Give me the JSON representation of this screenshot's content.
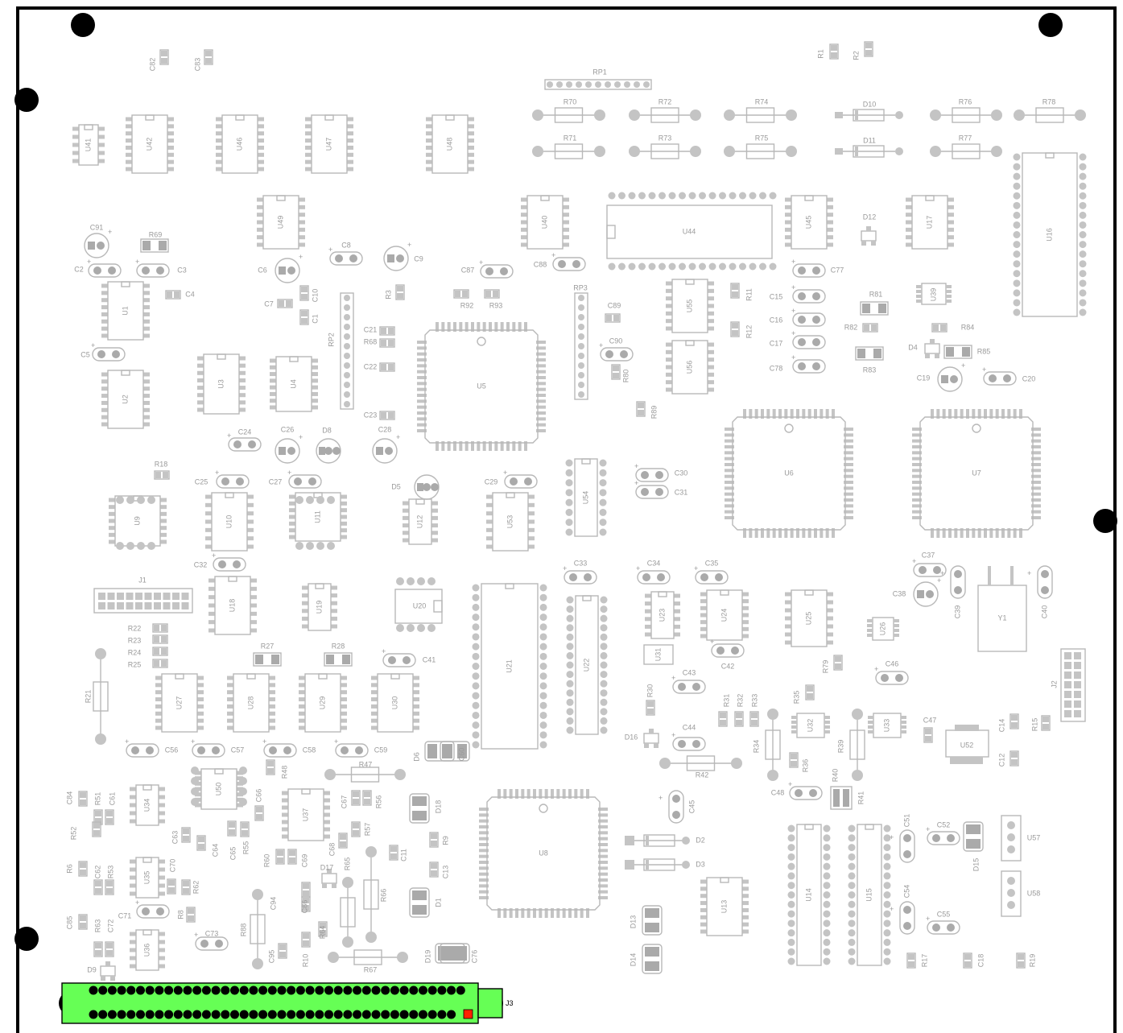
{
  "board": {
    "connector_label": "J3",
    "colors": {
      "outline": "#000000",
      "silk": "#b8b8b8",
      "pad": "#c4c4c4",
      "connector": "#66ff55",
      "pin1": "#ff0000"
    }
  },
  "dips": [
    {
      "ref": "U41"
    },
    {
      "ref": "U42"
    },
    {
      "ref": "U46"
    },
    {
      "ref": "U47"
    },
    {
      "ref": "U48"
    },
    {
      "ref": "U49"
    },
    {
      "ref": "U40"
    },
    {
      "ref": "U45"
    },
    {
      "ref": "U17"
    },
    {
      "ref": "U1"
    },
    {
      "ref": "U2"
    },
    {
      "ref": "U3"
    },
    {
      "ref": "U4"
    },
    {
      "ref": "U55"
    },
    {
      "ref": "U56"
    },
    {
      "ref": "U10"
    },
    {
      "ref": "U11"
    },
    {
      "ref": "U12"
    },
    {
      "ref": "U53"
    },
    {
      "ref": "U54"
    },
    {
      "ref": "U9"
    },
    {
      "ref": "U18"
    },
    {
      "ref": "U19"
    },
    {
      "ref": "U23"
    },
    {
      "ref": "U24"
    },
    {
      "ref": "U25"
    },
    {
      "ref": "U27"
    },
    {
      "ref": "U28"
    },
    {
      "ref": "U29"
    },
    {
      "ref": "U30"
    },
    {
      "ref": "U50"
    },
    {
      "ref": "U34"
    },
    {
      "ref": "U37"
    },
    {
      "ref": "U35"
    },
    {
      "ref": "U36"
    },
    {
      "ref": "U13"
    },
    {
      "ref": "U21"
    },
    {
      "ref": "U22"
    },
    {
      "ref": "U14"
    },
    {
      "ref": "U15"
    },
    {
      "ref": "U16"
    }
  ],
  "qfps": [
    {
      "ref": "U5"
    },
    {
      "ref": "U6"
    },
    {
      "ref": "U7"
    },
    {
      "ref": "U8"
    }
  ],
  "parts": [
    {
      "ref": "U44"
    },
    {
      "ref": "U20"
    },
    {
      "ref": "U39"
    },
    {
      "ref": "U26"
    },
    {
      "ref": "U31"
    },
    {
      "ref": "U32"
    },
    {
      "ref": "U33"
    },
    {
      "ref": "U52"
    },
    {
      "ref": "U57"
    },
    {
      "ref": "U58"
    },
    {
      "ref": "Y1"
    },
    {
      "ref": "J1"
    },
    {
      "ref": "J2"
    },
    {
      "ref": "RP1"
    },
    {
      "ref": "RP2"
    },
    {
      "ref": "RP3"
    },
    {
      "ref": "R70"
    },
    {
      "ref": "R71"
    },
    {
      "ref": "R72"
    },
    {
      "ref": "R73"
    },
    {
      "ref": "R74"
    },
    {
      "ref": "R75"
    },
    {
      "ref": "R76"
    },
    {
      "ref": "R77"
    },
    {
      "ref": "R78"
    },
    {
      "ref": "D10"
    },
    {
      "ref": "D11"
    },
    {
      "ref": "D12"
    },
    {
      "ref": "R1"
    },
    {
      "ref": "R2"
    },
    {
      "ref": "C82"
    },
    {
      "ref": "C83"
    },
    {
      "ref": "C91"
    },
    {
      "ref": "R69"
    },
    {
      "ref": "C2"
    },
    {
      "ref": "C3"
    },
    {
      "ref": "C4"
    },
    {
      "ref": "C5"
    },
    {
      "ref": "C6"
    },
    {
      "ref": "C7"
    },
    {
      "ref": "C8"
    },
    {
      "ref": "C9"
    },
    {
      "ref": "C10"
    },
    {
      "ref": "C1"
    },
    {
      "ref": "R3"
    },
    {
      "ref": "C87"
    },
    {
      "ref": "C88"
    },
    {
      "ref": "R92"
    },
    {
      "ref": "R93"
    },
    {
      "ref": "C89"
    },
    {
      "ref": "C90"
    },
    {
      "ref": "R80"
    },
    {
      "ref": "R89"
    },
    {
      "ref": "C77"
    },
    {
      "ref": "R11"
    },
    {
      "ref": "R12"
    },
    {
      "ref": "C15"
    },
    {
      "ref": "C16"
    },
    {
      "ref": "C17"
    },
    {
      "ref": "C78"
    },
    {
      "ref": "R81"
    },
    {
      "ref": "R82"
    },
    {
      "ref": "R83"
    },
    {
      "ref": "R84"
    },
    {
      "ref": "R85"
    },
    {
      "ref": "D4"
    },
    {
      "ref": "C19"
    },
    {
      "ref": "C20"
    },
    {
      "ref": "C21"
    },
    {
      "ref": "R68"
    },
    {
      "ref": "C22"
    },
    {
      "ref": "C23"
    },
    {
      "ref": "C24"
    },
    {
      "ref": "C26"
    },
    {
      "ref": "D8"
    },
    {
      "ref": "C28"
    },
    {
      "ref": "R18"
    },
    {
      "ref": "C25"
    },
    {
      "ref": "C27"
    },
    {
      "ref": "D5"
    },
    {
      "ref": "C29"
    },
    {
      "ref": "C30"
    },
    {
      "ref": "C31"
    },
    {
      "ref": "C32"
    },
    {
      "ref": "C33"
    },
    {
      "ref": "C34"
    },
    {
      "ref": "C35"
    },
    {
      "ref": "C37"
    },
    {
      "ref": "C38"
    },
    {
      "ref": "C39"
    },
    {
      "ref": "C40"
    },
    {
      "ref": "R22"
    },
    {
      "ref": "R23"
    },
    {
      "ref": "R24"
    },
    {
      "ref": "R25"
    },
    {
      "ref": "R21"
    },
    {
      "ref": "R27"
    },
    {
      "ref": "R28"
    },
    {
      "ref": "C41"
    },
    {
      "ref": "C42"
    },
    {
      "ref": "C43"
    },
    {
      "ref": "C46"
    },
    {
      "ref": "R79"
    },
    {
      "ref": "R30"
    },
    {
      "ref": "D16"
    },
    {
      "ref": "R31"
    },
    {
      "ref": "R32"
    },
    {
      "ref": "R33"
    },
    {
      "ref": "R35"
    },
    {
      "ref": "C44"
    },
    {
      "ref": "R34"
    },
    {
      "ref": "R36"
    },
    {
      "ref": "R39"
    },
    {
      "ref": "R40"
    },
    {
      "ref": "R41"
    },
    {
      "ref": "R42"
    },
    {
      "ref": "C47"
    },
    {
      "ref": "C14"
    },
    {
      "ref": "C12"
    },
    {
      "ref": "R15"
    },
    {
      "ref": "C48"
    },
    {
      "ref": "C56"
    },
    {
      "ref": "C57"
    },
    {
      "ref": "C58"
    },
    {
      "ref": "C59"
    },
    {
      "ref": "D6"
    },
    {
      "ref": "C60"
    },
    {
      "ref": "R47"
    },
    {
      "ref": "R48"
    },
    {
      "ref": "C66"
    },
    {
      "ref": "C84"
    },
    {
      "ref": "R51"
    },
    {
      "ref": "C61"
    },
    {
      "ref": "R52"
    },
    {
      "ref": "C63"
    },
    {
      "ref": "C64"
    },
    {
      "ref": "C65"
    },
    {
      "ref": "R55"
    },
    {
      "ref": "C67"
    },
    {
      "ref": "R56"
    },
    {
      "ref": "R57"
    },
    {
      "ref": "D18"
    },
    {
      "ref": "C45"
    },
    {
      "ref": "C51"
    },
    {
      "ref": "C52"
    },
    {
      "ref": "D15"
    },
    {
      "ref": "R6"
    },
    {
      "ref": "C62"
    },
    {
      "ref": "R53"
    },
    {
      "ref": "C70"
    },
    {
      "ref": "R62"
    },
    {
      "ref": "R60"
    },
    {
      "ref": "C69"
    },
    {
      "ref": "C68"
    },
    {
      "ref": "D17"
    },
    {
      "ref": "R65"
    },
    {
      "ref": "R66"
    },
    {
      "ref": "C11"
    },
    {
      "ref": "R9"
    },
    {
      "ref": "C13"
    },
    {
      "ref": "D1"
    },
    {
      "ref": "D2"
    },
    {
      "ref": "D3"
    },
    {
      "ref": "C54"
    },
    {
      "ref": "C55"
    },
    {
      "ref": "C85"
    },
    {
      "ref": "R63"
    },
    {
      "ref": "C72"
    },
    {
      "ref": "C71"
    },
    {
      "ref": "R8"
    },
    {
      "ref": "C73"
    },
    {
      "ref": "R88"
    },
    {
      "ref": "C94"
    },
    {
      "ref": "C86"
    },
    {
      "ref": "R64"
    },
    {
      "ref": "C95"
    },
    {
      "ref": "R10"
    },
    {
      "ref": "R67"
    },
    {
      "ref": "D19"
    },
    {
      "ref": "C76"
    },
    {
      "ref": "D13"
    },
    {
      "ref": "D14"
    },
    {
      "ref": "R17"
    },
    {
      "ref": "C18"
    },
    {
      "ref": "R19"
    },
    {
      "ref": "D9"
    }
  ]
}
